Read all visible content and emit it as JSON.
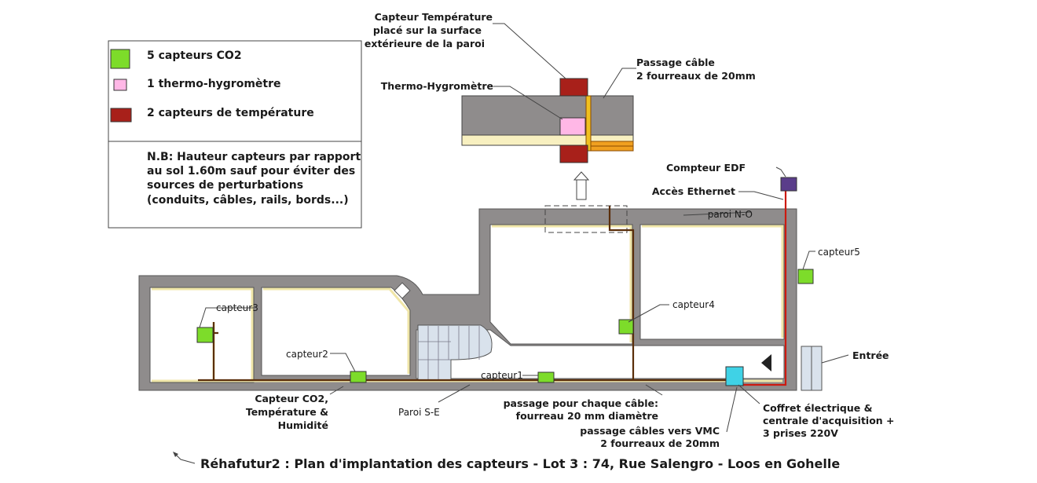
{
  "legend": {
    "items": [
      {
        "label": "5 capteurs CO2",
        "color": "#7ddc2a"
      },
      {
        "label": "1 thermo-hygromètre",
        "color": "#ffb7e6"
      },
      {
        "label": "2 capteurs de température",
        "color": "#a8201a"
      }
    ],
    "note": [
      "N.B: Hauteur capteurs par rapport",
      "au sol 1.60m sauf pour éviter des",
      "sources de perturbations",
      "(conduits, câbles, rails, bords...)"
    ]
  },
  "detail": {
    "temp_label": [
      "Capteur Température",
      "placé sur la surface",
      "extérieure de la paroi"
    ],
    "cable_label": [
      "Passage câble",
      "2 fourreaux de 20mm"
    ],
    "thermo_label": "Thermo-Hygromètre"
  },
  "labels": {
    "compteur": "Compteur EDF",
    "ethernet": "Accès Ethernet",
    "paroi_no": "paroi N-O",
    "capteur5": "capteur5",
    "capteur4": "capteur4",
    "capteur3": "capteur3",
    "capteur2": "capteur2",
    "capteur1": "capteur1",
    "entree": "Entrée",
    "co2_temp": [
      "Capteur CO2,",
      "Température &",
      "Humidité"
    ],
    "paroi_se": "Paroi S-E",
    "passage_cable": [
      "passage pour chaque câble:",
      "fourreau 20 mm diamètre"
    ],
    "passage_vmc": [
      "passage câbles vers VMC",
      "2 fourreaux de 20mm"
    ],
    "coffret": [
      "Coffret électrique &",
      "centrale d'acquisition +",
      "3 prises 220V"
    ]
  },
  "title": "Réhafutur2 : Plan d'implantation des capteurs - Lot 3 : 74, Rue Salengro - Loos en Gohelle",
  "colors": {
    "wall": "#8f8c8c",
    "insulation": "#f8f0c0",
    "cable": "#5a2e0a",
    "red_cable": "#cc1a10",
    "co2": "#7ddc2a",
    "thermo": "#ffb7e6",
    "temp": "#a8201a",
    "edf": "#5a3d8a",
    "coffret": "#3fd2e6"
  }
}
